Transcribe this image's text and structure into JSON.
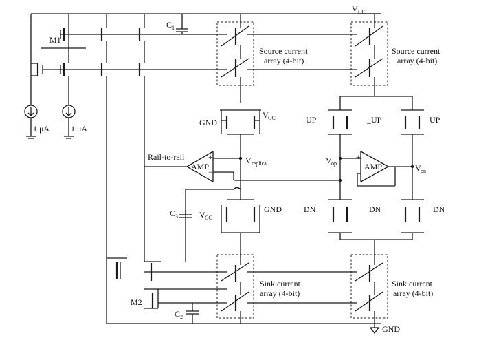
{
  "labels": {
    "vcc_top": "V",
    "vcc_top_sub": "CC",
    "m1": "M1",
    "m2": "M2",
    "c1": "C",
    "c1_sub": "1",
    "c2": "C",
    "c2_sub": "2",
    "c3": "C",
    "c3_sub": "3",
    "bias_left": "1 μA",
    "bias_right": "1 μA",
    "source_array_left_1": "Source current",
    "source_array_left_2": "array (4-bit)",
    "source_array_right_1": "Source current",
    "source_array_right_2": "array (4-bit)",
    "sink_array_left_1": "Sink current",
    "sink_array_left_2": "array (4-bit)",
    "sink_array_right_1": "Sink current",
    "sink_array_right_2": "array (4-bit)",
    "gnd_upper": "GND",
    "vcc_upper": "V",
    "vcc_upper_sub": "CC",
    "gnd_lower": "GND",
    "vcc_lower": "V",
    "vcc_lower_sub": "CC",
    "rail_to_rail": "Rail-to-rail",
    "amp_left": "AMP",
    "amp_right": "AMP",
    "vreplica": "V",
    "vreplica_sub": "replica",
    "vop": "V",
    "vop_sub": "op",
    "von": "V",
    "von_sub": "on",
    "up_left": "UP",
    "up_bar": "_UP",
    "up_right": "UP",
    "dn_bar_left": "_DN",
    "dn_mid": "DN",
    "dn_bar_right": "_DN",
    "gnd_bottom": "GND",
    "plus": "+",
    "minus": "−"
  }
}
